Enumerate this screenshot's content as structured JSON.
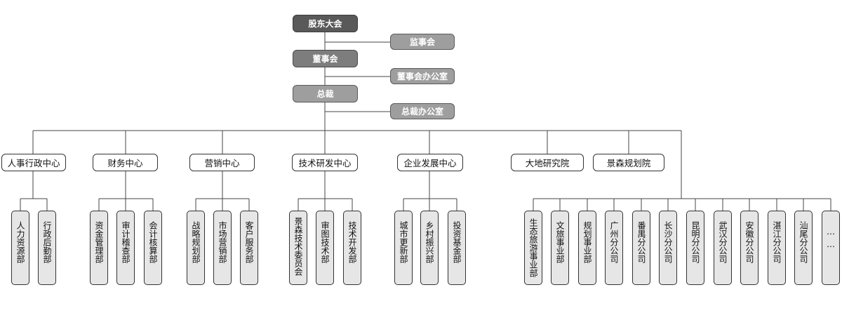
{
  "top": {
    "shareholders": "股东大会",
    "supervisors": "监事会",
    "board": "董事会",
    "board_office": "董事会办公室",
    "president": "总裁",
    "president_office": "总裁办公室"
  },
  "centers": [
    {
      "label": "人事行政中心",
      "departments": [
        "人力资源部",
        "行政后勤部"
      ]
    },
    {
      "label": "财务中心",
      "departments": [
        "资金管理部",
        "审计稽查部",
        "会计核算部"
      ]
    },
    {
      "label": "营销中心",
      "departments": [
        "战略规划部",
        "市场营销部",
        "客户服务部"
      ]
    },
    {
      "label": "技术研发中心",
      "departments": [
        "景森技术委员会",
        "审图技术部",
        "技术开发部"
      ]
    },
    {
      "label": "企业发展中心",
      "departments": [
        "城市更新部",
        "乡村振兴部",
        "投资基金部"
      ]
    },
    {
      "label": "大地研究院",
      "departments": []
    },
    {
      "label": "景森规划院",
      "departments": []
    }
  ],
  "branches": [
    "生态旅游事业部",
    "文旅事业部",
    "规划事业部",
    "广州分公司",
    "番禺分公司",
    "长沙分公司",
    "昆明分公司",
    "武汉分公司",
    "安徽分公司",
    "湛江分公司",
    "汕尾分公司",
    "……"
  ]
}
